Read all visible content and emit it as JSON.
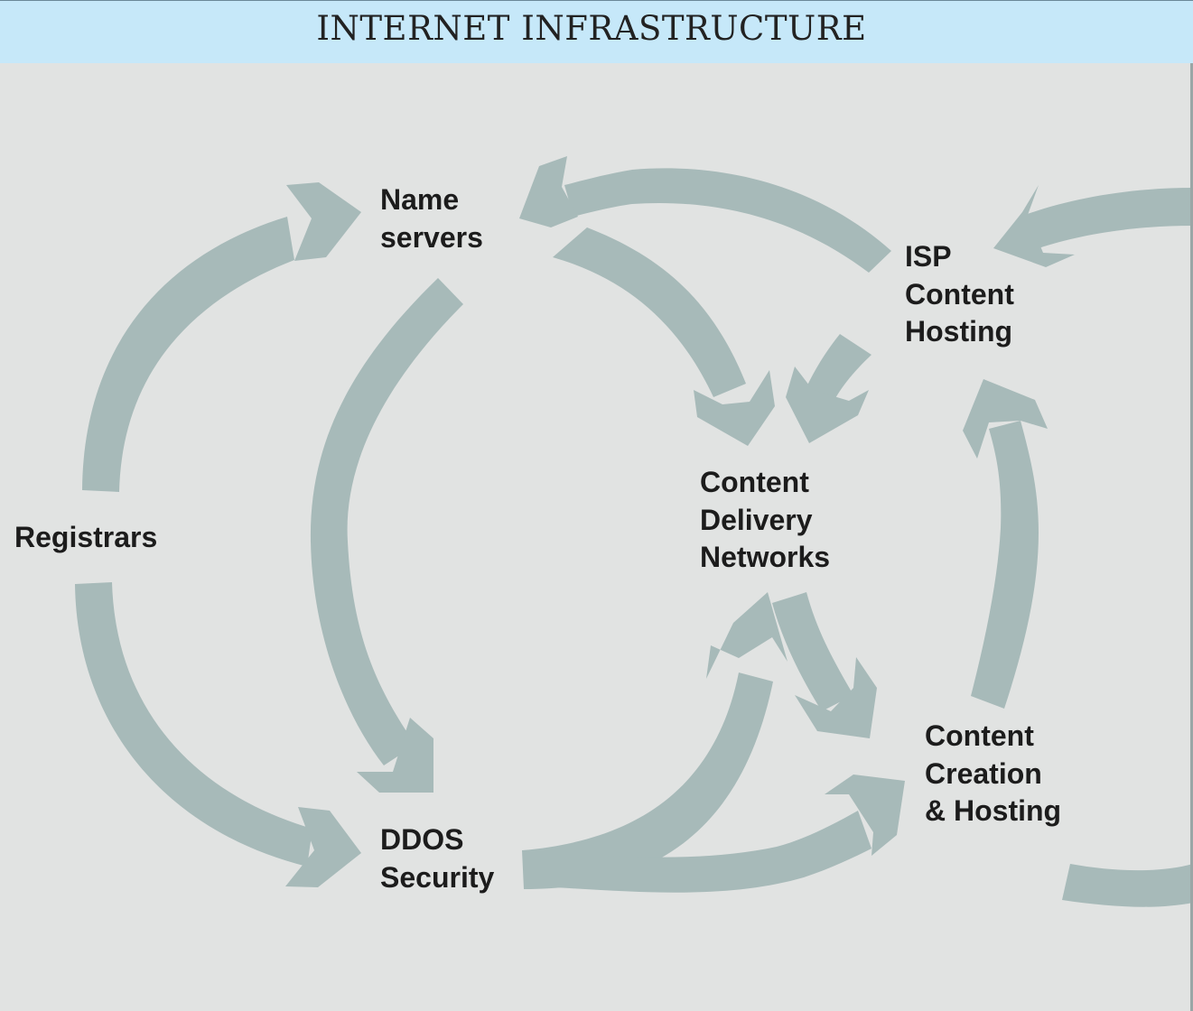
{
  "header": {
    "title": "INTERNET INFRASTRUCTURE"
  },
  "colors": {
    "background": "#e1e3e2",
    "header_background": "#c6e8f9",
    "arrow": "#a7bab9",
    "text": "#1c1c1c"
  },
  "nodes": {
    "name_servers": {
      "line1": "Name",
      "line2": "servers"
    },
    "isp_content_hosting": {
      "line1": "ISP",
      "line2": "Content",
      "line3": "Hosting"
    },
    "registrars": {
      "line1": "Registrars"
    },
    "content_delivery_networks": {
      "line1": "Content",
      "line2": "Delivery",
      "line3": "Networks"
    },
    "ddos_security": {
      "line1": "DDOS",
      "line2": "Security"
    },
    "content_creation_hosting": {
      "line1": "Content",
      "line2": "Creation",
      "line3": "& Hosting"
    }
  },
  "connections": [
    {
      "from": "Registrars",
      "to": "Name servers"
    },
    {
      "from": "Registrars",
      "to": "DDOS Security"
    },
    {
      "from": "Name servers",
      "to": "DDOS Security"
    },
    {
      "from": "Name servers",
      "to": "Content Delivery Networks"
    },
    {
      "from": "ISP Content Hosting",
      "to": "Name servers"
    },
    {
      "from": "ISP Content Hosting",
      "to": "Content Delivery Networks"
    },
    {
      "from": "DDOS Security",
      "to": "Content Delivery Networks"
    },
    {
      "from": "DDOS Security",
      "to": "Content Creation & Hosting"
    },
    {
      "from": "Content Delivery Networks",
      "to": "Content Creation & Hosting"
    },
    {
      "from": "Content Creation & Hosting",
      "to": "ISP Content Hosting"
    }
  ]
}
